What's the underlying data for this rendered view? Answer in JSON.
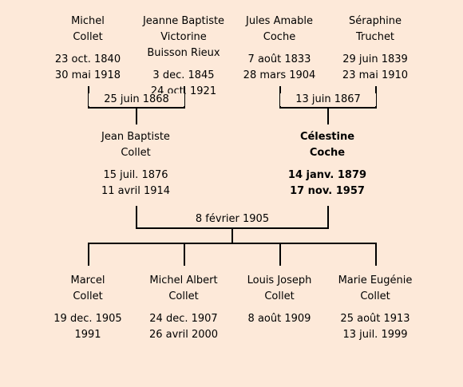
{
  "grandparents": [
    {
      "id": "michel",
      "name_line1": "Michel",
      "name_line2": "Collet",
      "birth": "23 oct. 1840",
      "death": "30 mai 1918"
    },
    {
      "id": "jeanne",
      "name_line1": "Jeanne Baptiste Victorine",
      "name_line2": "Buisson Rieux",
      "birth": "3 dec. 1845",
      "death": "24 oct. 1921"
    },
    {
      "id": "jules",
      "name_line1": "Jules Amable",
      "name_line2": "Coche",
      "birth": "7 août 1833",
      "death": "28 mars 1904"
    },
    {
      "id": "seraphine",
      "name_line1": "Séraphine",
      "name_line2": "Truchet",
      "birth": "29 juin 1839",
      "death": "23 mai 1910"
    }
  ],
  "grandparent_marriages": [
    {
      "id": "collet",
      "date": "25 juin 1868"
    },
    {
      "id": "coche",
      "date": "13 juin 1867"
    }
  ],
  "parents": [
    {
      "id": "jean",
      "name_line1": "Jean Baptiste",
      "name_line2": "Collet",
      "birth": "15 juil. 1876",
      "death": "11 avril 1914",
      "highlight": false
    },
    {
      "id": "celestine",
      "name_line1": "Célestine",
      "name_line2": "Coche",
      "birth": "14 janv. 1879",
      "death": "17 nov. 1957",
      "highlight": true
    }
  ],
  "parent_marriage": {
    "date": "8 février 1905"
  },
  "children": [
    {
      "id": "marcel",
      "name_line1": "Marcel",
      "name_line2": "Collet",
      "birth": "19 dec. 1905",
      "death": "1991"
    },
    {
      "id": "michel-albert",
      "name_line1": "Michel Albert",
      "name_line2": "Collet",
      "birth": "24 dec. 1907",
      "death": "26 avril 2000"
    },
    {
      "id": "louis-joseph",
      "name_line1": "Louis Joseph",
      "name_line2": "Collet",
      "birth": "8 août 1909",
      "death": ""
    },
    {
      "id": "marie-eugenie",
      "name_line1": "Marie Eugénie",
      "name_line2": "Collet",
      "birth": "25 août 1913",
      "death": "13 juil. 1999"
    }
  ]
}
